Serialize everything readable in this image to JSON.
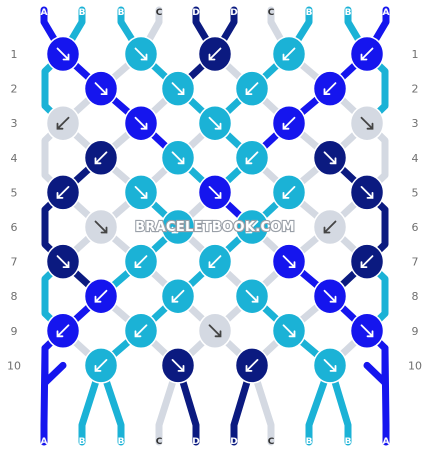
{
  "watermark": "BRACELETBOOK.COM",
  "colors": {
    "A": "#1515ee",
    "B": "#1bb2d6",
    "C": "#d4d9e2",
    "D": "#0b1a80"
  },
  "top_strand_labels": [
    "A",
    "B",
    "B",
    "C",
    "D",
    "D",
    "C",
    "B",
    "B",
    "A"
  ],
  "bottom_strand_labels": [
    "A",
    "B",
    "B",
    "C",
    "D",
    "D",
    "C",
    "B",
    "B",
    "A"
  ],
  "rows": [
    {
      "number": "1",
      "knots": [
        {
          "color": "A",
          "dir": "se"
        },
        {
          "color": "B",
          "dir": "se"
        },
        {
          "color": "D",
          "dir": "sw"
        },
        {
          "color": "B",
          "dir": "sw"
        },
        {
          "color": "A",
          "dir": "sw"
        }
      ]
    },
    {
      "number": "2",
      "knots": [
        {
          "color": "A",
          "dir": "se"
        },
        {
          "color": "B",
          "dir": "se"
        },
        {
          "color": "B",
          "dir": "sw"
        },
        {
          "color": "A",
          "dir": "sw"
        }
      ]
    },
    {
      "number": "3",
      "knots": [
        {
          "color": "C",
          "dir": "sw"
        },
        {
          "color": "A",
          "dir": "se"
        },
        {
          "color": "B",
          "dir": "se"
        },
        {
          "color": "A",
          "dir": "sw"
        },
        {
          "color": "C",
          "dir": "se"
        }
      ]
    },
    {
      "number": "4",
      "knots": [
        {
          "color": "D",
          "dir": "sw"
        },
        {
          "color": "B",
          "dir": "se"
        },
        {
          "color": "B",
          "dir": "sw"
        },
        {
          "color": "D",
          "dir": "se"
        }
      ]
    },
    {
      "number": "5",
      "knots": [
        {
          "color": "D",
          "dir": "sw"
        },
        {
          "color": "B",
          "dir": "se"
        },
        {
          "color": "A",
          "dir": "se"
        },
        {
          "color": "B",
          "dir": "sw"
        },
        {
          "color": "D",
          "dir": "se"
        }
      ]
    },
    {
      "number": "6",
      "knots": [
        {
          "color": "C",
          "dir": "se"
        },
        {
          "color": "B",
          "dir": "sw"
        },
        {
          "color": "B",
          "dir": "sw"
        },
        {
          "color": "C",
          "dir": "sw"
        }
      ]
    },
    {
      "number": "7",
      "knots": [
        {
          "color": "D",
          "dir": "se"
        },
        {
          "color": "B",
          "dir": "sw"
        },
        {
          "color": "B",
          "dir": "sw"
        },
        {
          "color": "A",
          "dir": "se"
        },
        {
          "color": "D",
          "dir": "sw"
        }
      ]
    },
    {
      "number": "8",
      "knots": [
        {
          "color": "A",
          "dir": "sw"
        },
        {
          "color": "B",
          "dir": "sw"
        },
        {
          "color": "B",
          "dir": "se"
        },
        {
          "color": "A",
          "dir": "se"
        }
      ]
    },
    {
      "number": "9",
      "knots": [
        {
          "color": "A",
          "dir": "sw"
        },
        {
          "color": "B",
          "dir": "sw"
        },
        {
          "color": "C",
          "dir": "se"
        },
        {
          "color": "B",
          "dir": "se"
        },
        {
          "color": "A",
          "dir": "se"
        }
      ]
    },
    {
      "number": "10",
      "knots": [
        {
          "color": "B",
          "dir": "sw"
        },
        {
          "color": "D",
          "dir": "se"
        },
        {
          "color": "D",
          "dir": "sw"
        },
        {
          "color": "B",
          "dir": "se"
        }
      ]
    }
  ]
}
